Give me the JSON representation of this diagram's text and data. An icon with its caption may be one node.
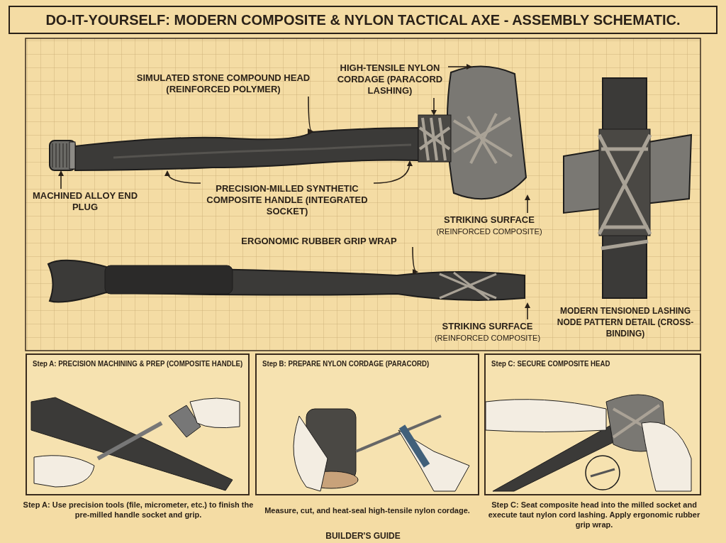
{
  "diagram": {
    "title": "DO-IT-YOURSELF: MODERN COMPOSITE & NYLON TACTICAL AXE - ASSEMBLY SCHEMATIC.",
    "caption": "BUILDER'S GUIDE",
    "nodes": [
      {
        "text": [
          "SIMULATED STONE COMPOUND HEAD (REINFORCED POLYMER)"
        ]
      },
      {
        "text": [
          "HIGH-TENSILE NYLON CORDAGE (PARACORD LASHING)"
        ]
      },
      {
        "text": [
          "MACHINED ALLOY END PLUG"
        ]
      },
      {
        "text": [
          "PRECISION-MILLED SYNTHETIC COMPOSITE HANDLE (INTEGRATED SOCKET)"
        ]
      },
      {
        "text": [
          "STRIKING SURFACE",
          "(REINFORCED COMPOSITE)"
        ]
      },
      {
        "text": [
          "ERGONOMIC RUBBER GRIP WRAP"
        ]
      },
      {
        "text": [
          "STRIKING SURFACE",
          "(REINFORCED COMPOSITE)"
        ]
      },
      {
        "text": [],
        "shape": "picture"
      },
      {
        "text": [],
        "shape": "picture"
      },
      {
        "text": [],
        "shape": "picture"
      },
      {
        "text": [],
        "shape": "picture"
      },
      {
        "text": [],
        "shape": "picture"
      },
      {
        "text": [],
        "shape": "picture",
        "beside": [
          "MODERN TENSIONED LASHING NODE PATTERN DETAIL (CROSS-BINDING)"
        ]
      },
      {
        "text": [
          "Step A: PRECISION MACHINING & PREP (COMPOSITE HANDLE)"
        ],
        "beside": [
          "Step A: Use precision tools (file, micrometer, etc.) to finish the pre-milled handle socket and grip."
        ]
      },
      {
        "text": [
          "Step B: PREPARE NYLON CORDAGE (PARACORD)"
        ],
        "beside": [
          "Measure, cut, and heat-seal high-tensile nylon cordage."
        ]
      },
      {
        "text": [
          "Step C: SECURE COMPOSITE HEAD"
        ],
        "beside": [
          "Step C: Seat composite head into the milled socket and execute taut nylon cord lashing. Apply ergonomic rubber grip wrap."
        ]
      }
    ],
    "edges": [
      {
        "from": 0,
        "to": 7,
        "arrow": "to"
      },
      {
        "from": 1,
        "to": 9,
        "arrow": "to"
      },
      {
        "from": 1,
        "to": 10,
        "arrow": "to"
      },
      {
        "from": 2,
        "to": 8,
        "arrow": "to"
      },
      {
        "from": 3,
        "to": 7,
        "arrow": "to"
      },
      {
        "from": 3,
        "to": 7,
        "arrow": "to"
      },
      {
        "from": 4,
        "to": 9,
        "arrow": "to"
      },
      {
        "from": 5,
        "to": 11,
        "arrow": "to"
      },
      {
        "from": 6,
        "to": 11,
        "arrow": "to"
      }
    ]
  }
}
